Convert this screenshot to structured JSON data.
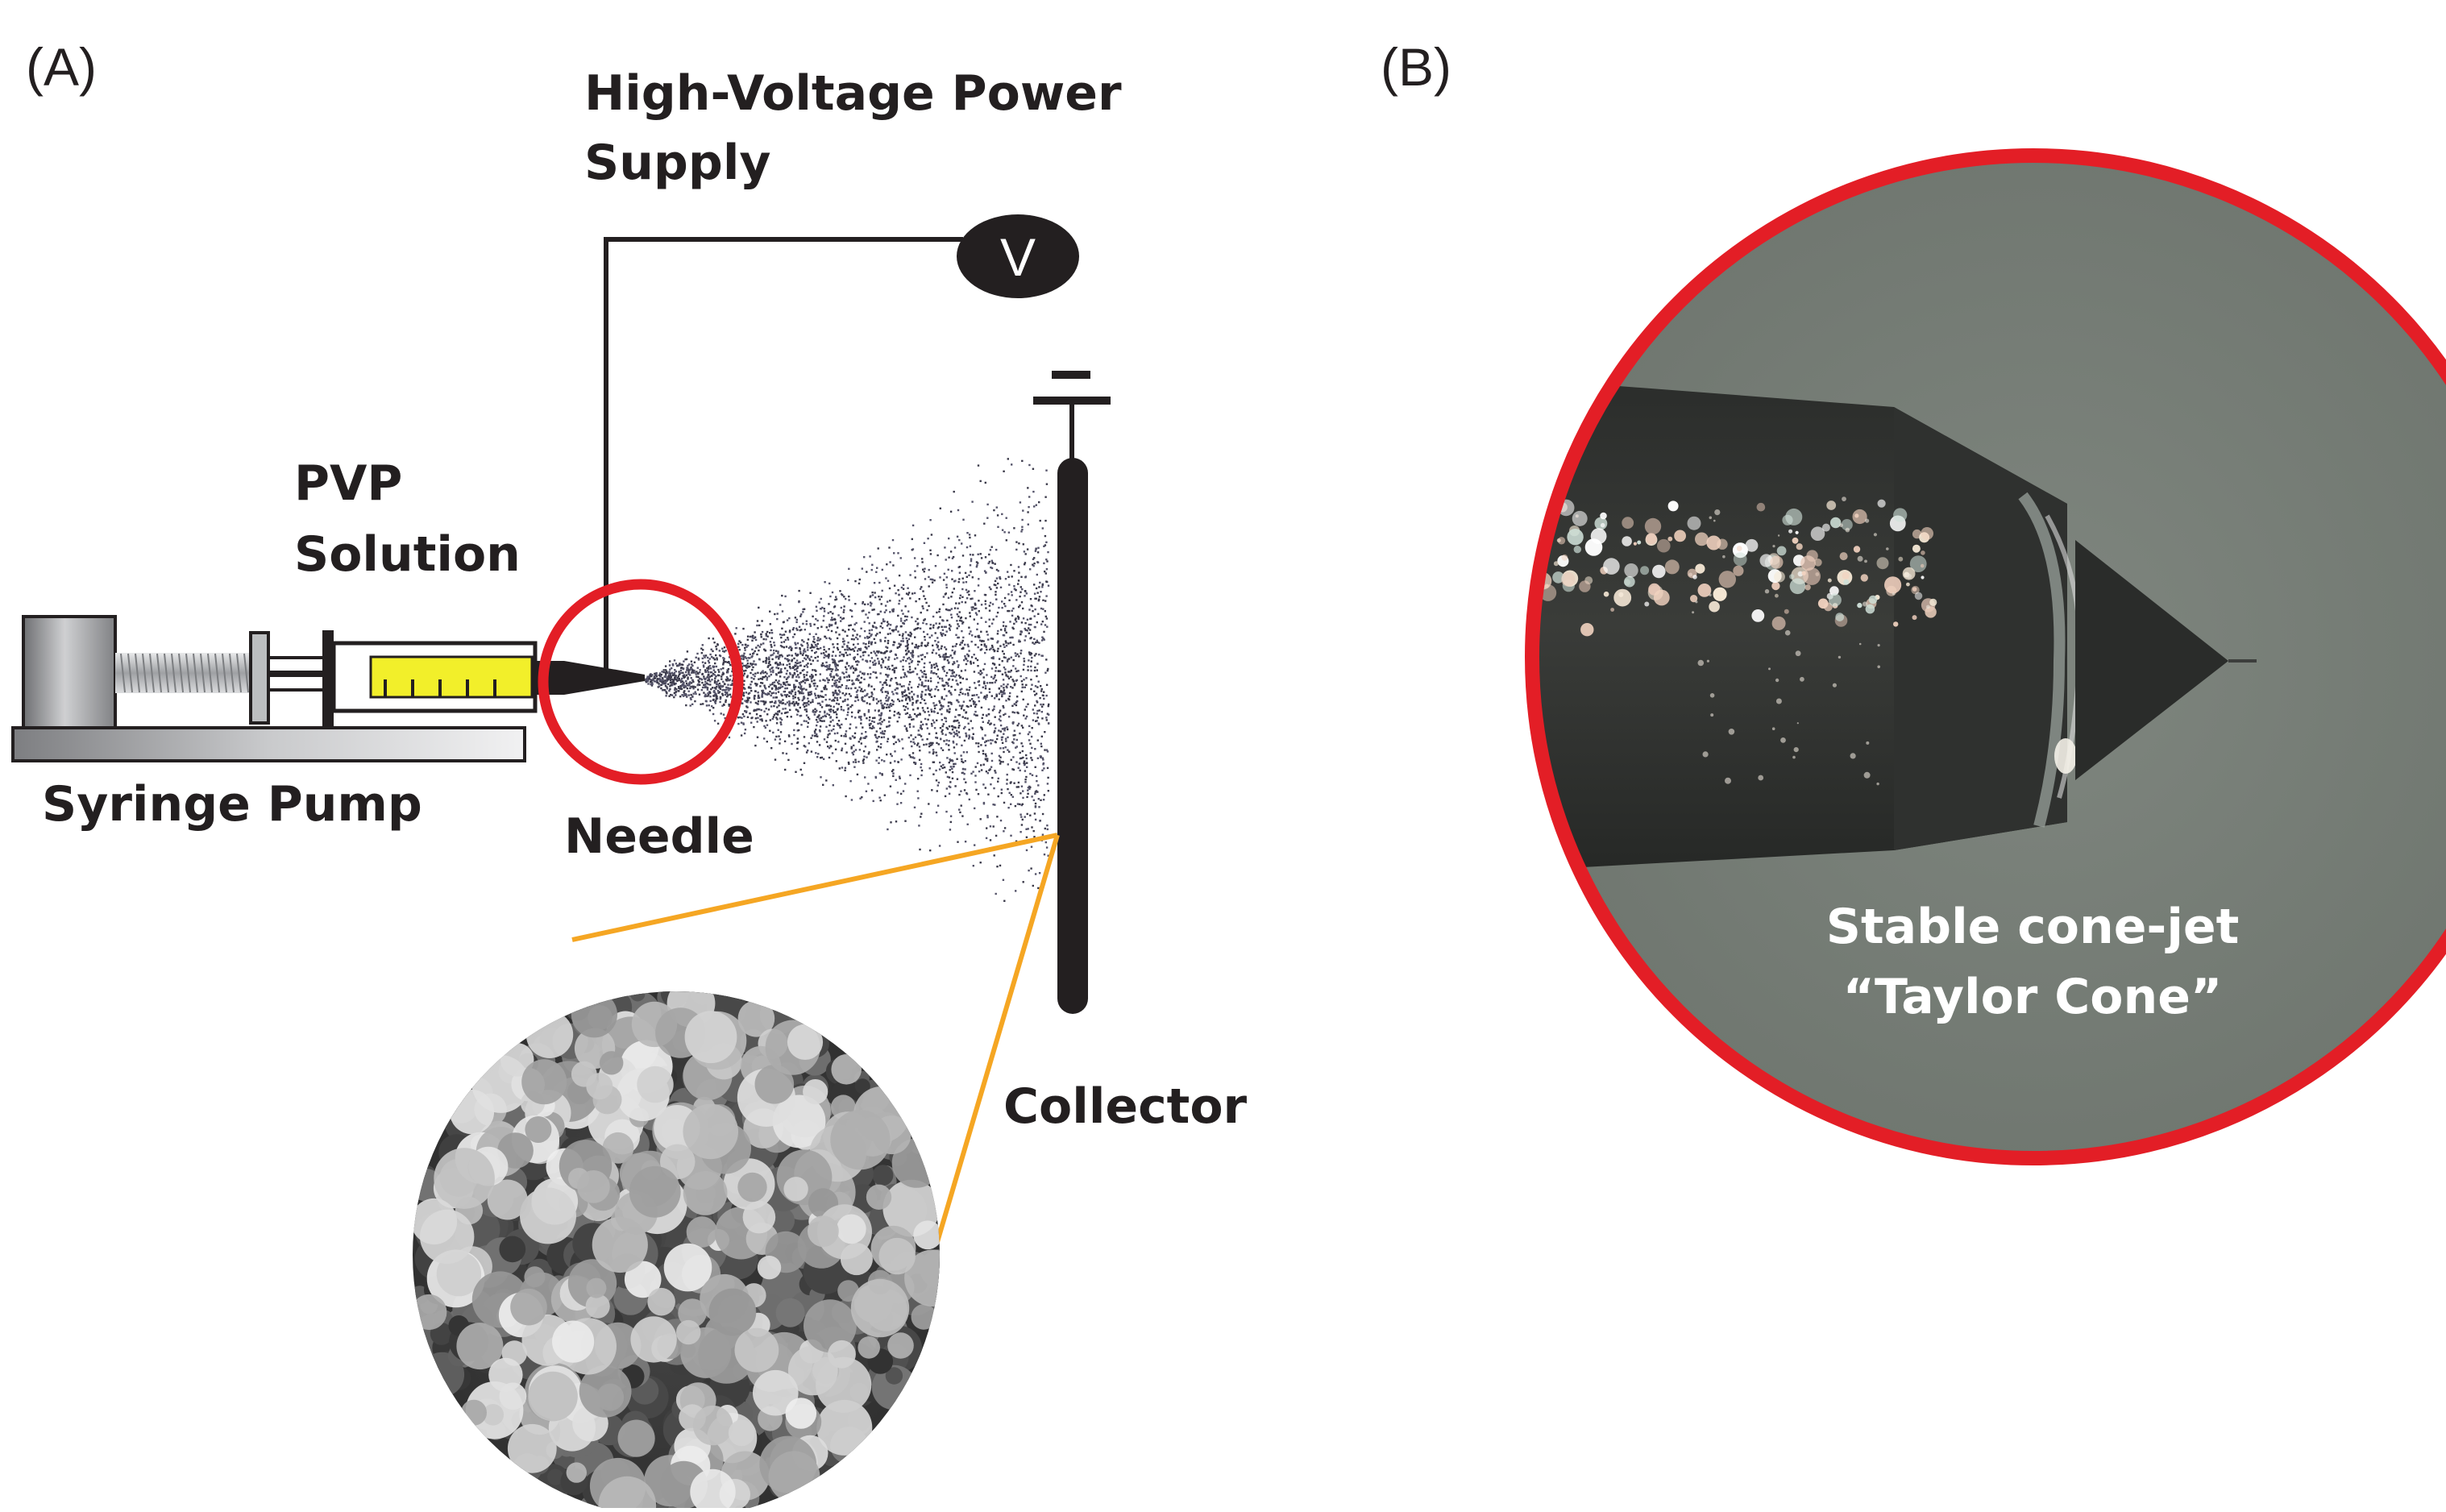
{
  "panel_a": {
    "label": "(A)",
    "power_supply_line1": "High-Voltage Power",
    "power_supply_line2": "Supply",
    "voltmeter_symbol": "V",
    "solution_line1": "PVP",
    "solution_line2": "Solution",
    "pump_label": "Syringe Pump",
    "needle_label": "Needle",
    "collector_label": "Collector"
  },
  "panel_b": {
    "label": "(B)",
    "caption_line1": "Stable cone-jet",
    "caption_line2": "“Taylor Cone”"
  },
  "colors": {
    "highlight_circle": "#e31e26",
    "zoom_lines": "#f5a623",
    "solution": "#f2ef2a",
    "dark": "#231f20"
  }
}
